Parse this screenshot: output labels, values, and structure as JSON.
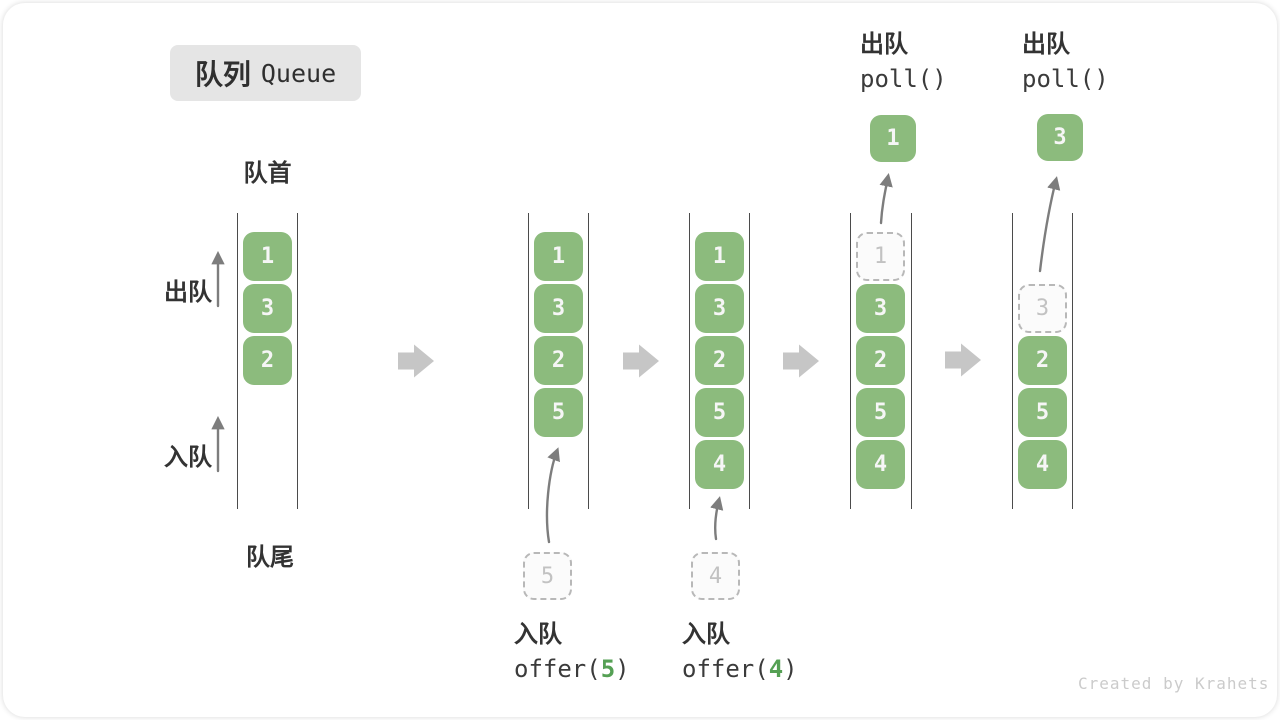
{
  "title": {
    "zh": "队列",
    "en": "Queue"
  },
  "side_labels": {
    "front": "队首",
    "rear": "队尾",
    "dequeue": "出队",
    "enqueue": "入队"
  },
  "columns": [
    {
      "slots": [
        {
          "v": "1"
        },
        {
          "v": "3"
        },
        {
          "v": "2"
        }
      ]
    },
    {
      "slots": [
        {
          "v": "1"
        },
        {
          "v": "3"
        },
        {
          "v": "2"
        },
        {
          "v": "5"
        }
      ]
    },
    {
      "slots": [
        {
          "v": "1"
        },
        {
          "v": "3"
        },
        {
          "v": "2"
        },
        {
          "v": "5"
        },
        {
          "v": "4"
        }
      ]
    },
    {
      "slots": [
        {
          "v": "1"
        },
        {
          "v": "3"
        },
        {
          "v": "2"
        },
        {
          "v": "5"
        },
        {
          "v": "4"
        }
      ]
    },
    {
      "slots": [
        {
          "v": "3"
        },
        {
          "v": "2"
        },
        {
          "v": "5"
        },
        {
          "v": "4"
        }
      ]
    }
  ],
  "operations": {
    "enqueue5": {
      "label": "入队",
      "fn": "offer(",
      "arg": "5",
      "close": ")",
      "staged": "5"
    },
    "enqueue4": {
      "label": "入队",
      "fn": "offer(",
      "arg": "4",
      "close": ")",
      "staged": "4"
    },
    "poll1": {
      "label": "出队",
      "fn": "poll()",
      "out": "1"
    },
    "poll2": {
      "label": "出队",
      "fn": "poll()",
      "out": "3"
    }
  },
  "watermark": "Created by Krahets",
  "colors": {
    "box_green": "#8cbb7d",
    "box_text": "#f6f6f6",
    "accent_green": "#55a054",
    "dashed_border": "#b8b8b8",
    "dashed_text": "#c2c2c2",
    "rail_line": "#4b4b4b",
    "block_arrow": "#c6c6c6",
    "thin_arrow": "#7d7d7d",
    "title_bg": "#e5e5e5",
    "text_dark": "#333333",
    "watermark_gray": "#cbcbcb"
  }
}
